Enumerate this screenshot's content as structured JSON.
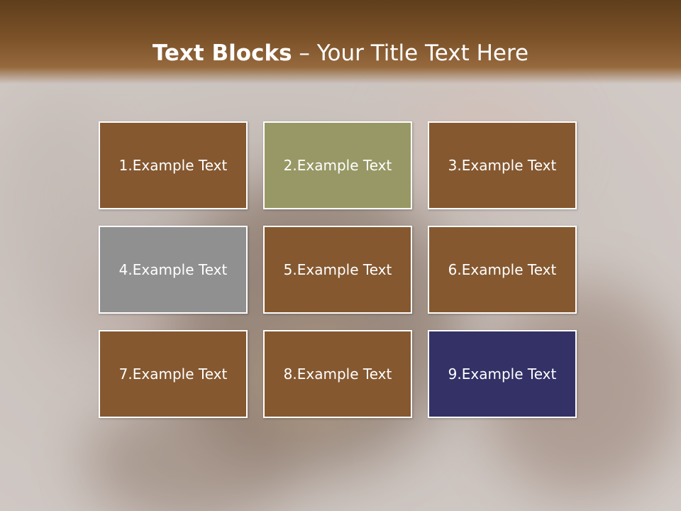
{
  "title": {
    "bold": "Text Blocks",
    "separator": " – ",
    "rest": "Your Title Text Here"
  },
  "blocks": [
    {
      "label": "1.Example Text",
      "color": "#855830"
    },
    {
      "label": "2.Example Text",
      "color": "#979865"
    },
    {
      "label": "3.Example Text",
      "color": "#855830"
    },
    {
      "label": "4.Example Text",
      "color": "#909090"
    },
    {
      "label": "5.Example Text",
      "color": "#855830"
    },
    {
      "label": "6.Example Text",
      "color": "#855830"
    },
    {
      "label": "7.Example Text",
      "color": "#855830"
    },
    {
      "label": "8.Example Text",
      "color": "#855830"
    },
    {
      "label": "9.Example Text",
      "color": "#333166"
    }
  ],
  "theme": {
    "banner_color": "#7b5128",
    "text_color": "#ffffff",
    "border_color": "#ffffff"
  }
}
